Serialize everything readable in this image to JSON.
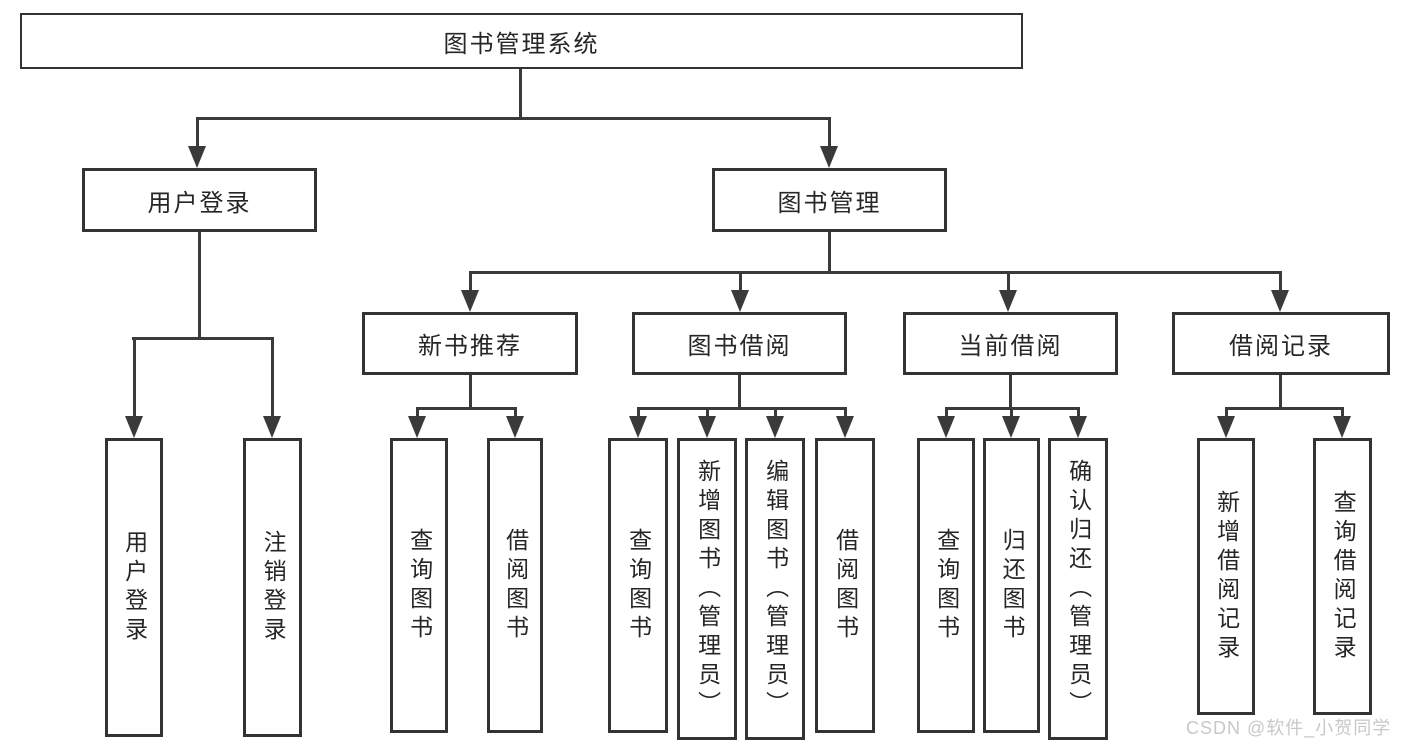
{
  "colors": {
    "line": "#3a3a3a",
    "border": "#333333",
    "text": "#262626",
    "watermark": "#c8c8c8",
    "background": "#ffffff"
  },
  "watermark": "CSDN @软件_小贺同学",
  "tree": {
    "label": "图书管理系统",
    "children": [
      {
        "label": "用户登录",
        "children": [
          {
            "label": "用户登录"
          },
          {
            "label": "注销登录"
          }
        ]
      },
      {
        "label": "图书管理",
        "children": [
          {
            "label": "新书推荐",
            "children": [
              {
                "label": "查询图书"
              },
              {
                "label": "借阅图书"
              }
            ]
          },
          {
            "label": "图书借阅",
            "children": [
              {
                "label": "查询图书"
              },
              {
                "label": "新增图书（管理员）"
              },
              {
                "label": "编辑图书（管理员）"
              },
              {
                "label": "借阅图书"
              }
            ]
          },
          {
            "label": "当前借阅",
            "children": [
              {
                "label": "查询图书"
              },
              {
                "label": "归还图书"
              },
              {
                "label": "确认归还（管理员）"
              }
            ]
          },
          {
            "label": "借阅记录",
            "children": [
              {
                "label": "新增借阅记录"
              },
              {
                "label": "查询借阅记录"
              }
            ]
          }
        ]
      }
    ]
  }
}
